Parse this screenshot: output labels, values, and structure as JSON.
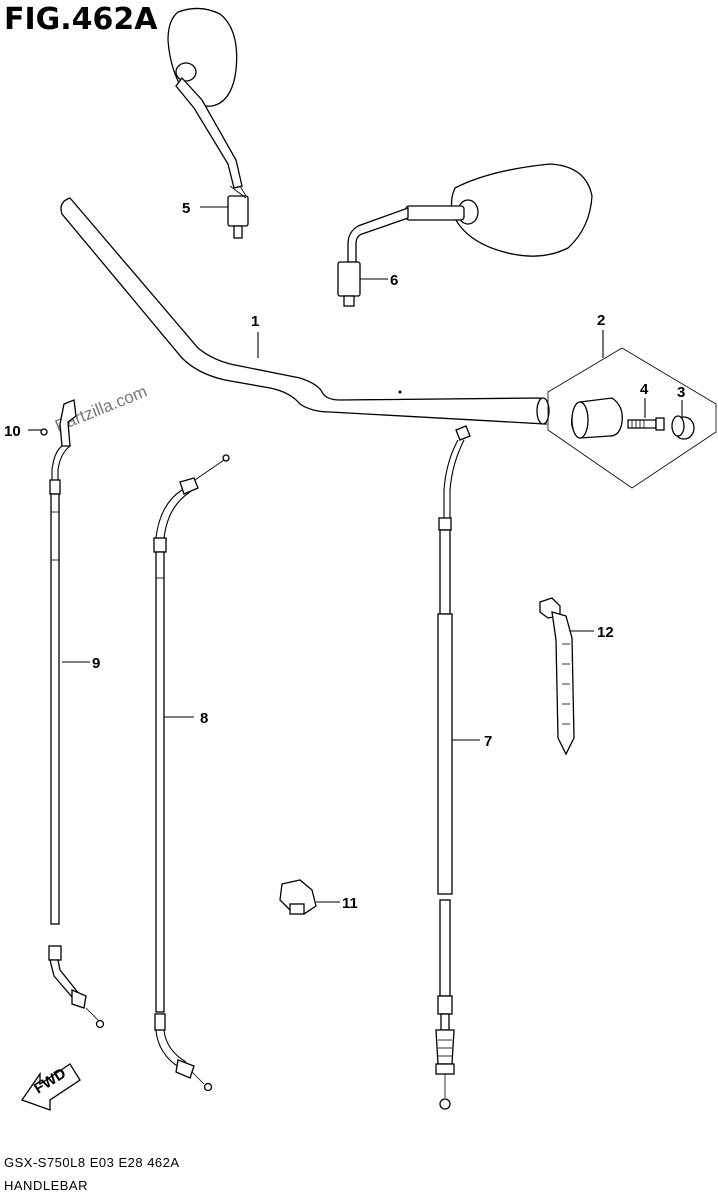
{
  "header": {
    "title": "FIG.462A"
  },
  "footer": {
    "model_code": "GSX-S750L8  E03  E28  462A",
    "section_name": "HANDLEBAR"
  },
  "watermark": "Partzilla.com",
  "direction_arrow": {
    "label": "FWD"
  },
  "callouts": [
    "1",
    "2",
    "3",
    "4",
    "5",
    "6",
    "7",
    "8",
    "9",
    "10",
    "11",
    "12"
  ]
}
